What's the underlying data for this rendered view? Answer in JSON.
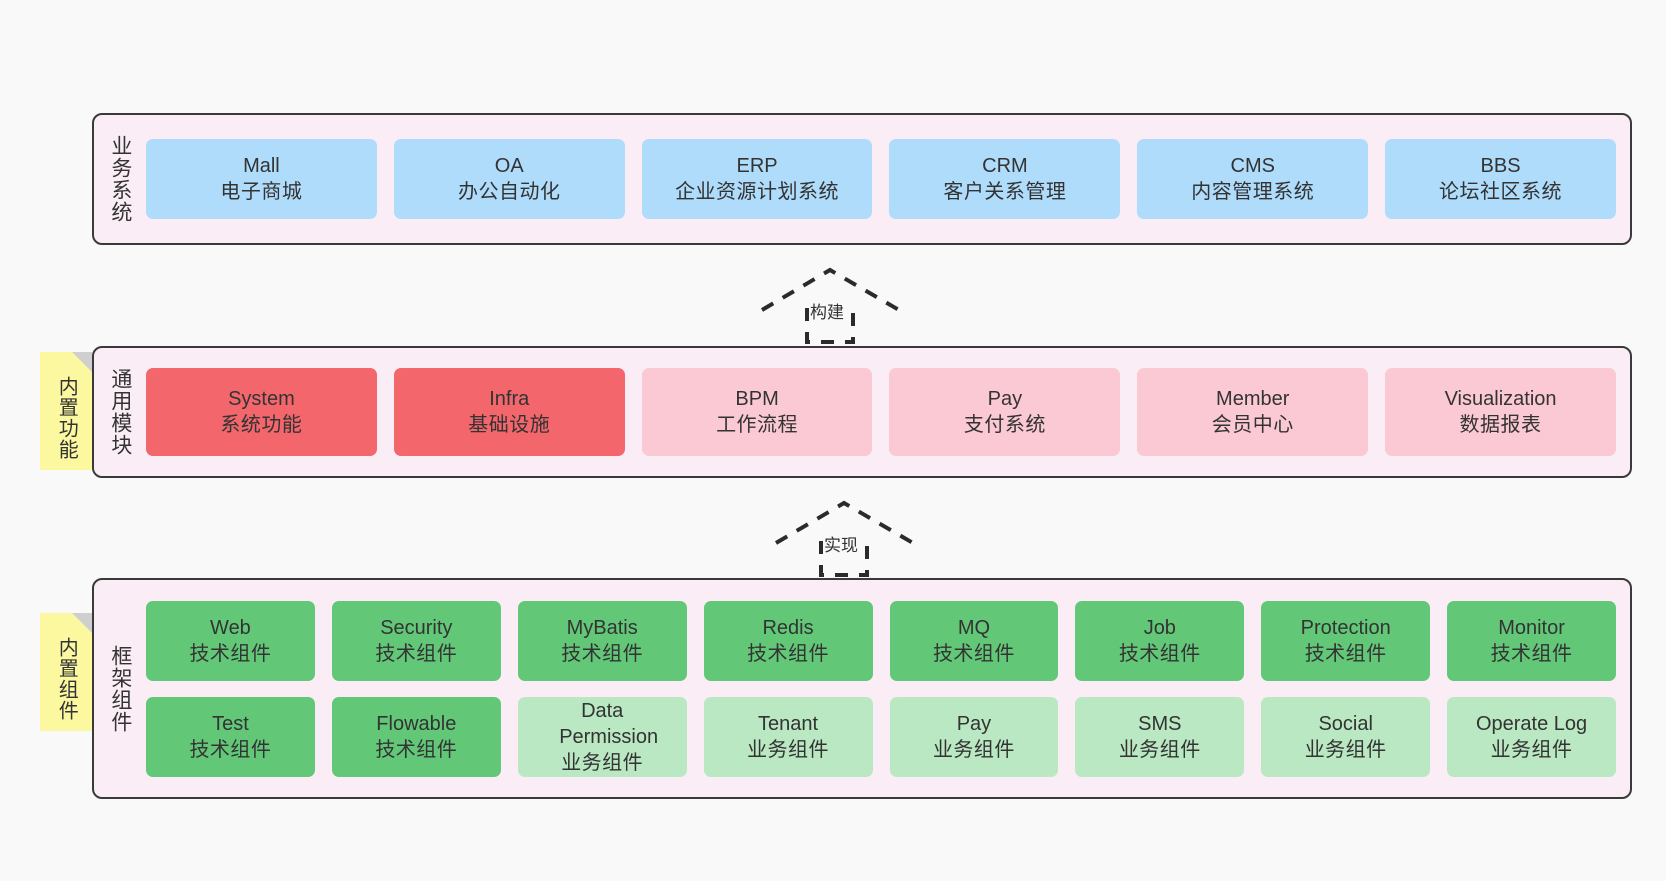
{
  "diagram": {
    "title": "",
    "background_color": "#f9f9f9",
    "panel_color": "#faedf5",
    "panel_border_color": "#3a3a3a",
    "sticky_color": "#fbf8a0"
  },
  "layers": [
    {
      "id": "business-systems",
      "label": "业务系统",
      "sticky": null,
      "rows": [
        {
          "style": "blue",
          "cards": [
            {
              "en": "Mall",
              "cn": "电子商城"
            },
            {
              "en": "OA",
              "cn": "办公自动化"
            },
            {
              "en": "ERP",
              "cn": "企业资源计划系统"
            },
            {
              "en": "CRM",
              "cn": "客户关系管理"
            },
            {
              "en": "CMS",
              "cn": "内容管理系统"
            },
            {
              "en": "BBS",
              "cn": "论坛社区系统"
            }
          ]
        }
      ]
    },
    {
      "id": "common-modules",
      "label": "通用模块",
      "sticky": "内置功能",
      "rows": [
        {
          "style": "mixed-red-pink",
          "cards": [
            {
              "en": "System",
              "cn": "系统功能",
              "color": "red"
            },
            {
              "en": "Infra",
              "cn": "基础设施",
              "color": "red"
            },
            {
              "en": "BPM",
              "cn": "工作流程",
              "color": "pink"
            },
            {
              "en": "Pay",
              "cn": "支付系统",
              "color": "pink"
            },
            {
              "en": "Member",
              "cn": "会员中心",
              "color": "pink"
            },
            {
              "en": "Visualization",
              "cn": "数据报表",
              "color": "pink"
            }
          ]
        }
      ]
    },
    {
      "id": "framework-components",
      "label": "框架组件",
      "sticky": "内置组件",
      "rows": [
        {
          "style": "green",
          "cards": [
            {
              "en": "Web",
              "cn": "技术组件",
              "color": "green"
            },
            {
              "en": "Security",
              "cn": "技术组件",
              "color": "green"
            },
            {
              "en": "MyBatis",
              "cn": "技术组件",
              "color": "green"
            },
            {
              "en": "Redis",
              "cn": "技术组件",
              "color": "green"
            },
            {
              "en": "MQ",
              "cn": "技术组件",
              "color": "green"
            },
            {
              "en": "Job",
              "cn": "技术组件",
              "color": "green"
            },
            {
              "en": "Protection",
              "cn": "技术组件",
              "color": "green"
            },
            {
              "en": "Monitor",
              "cn": "技术组件",
              "color": "green"
            }
          ]
        },
        {
          "style": "green-mixed",
          "cards": [
            {
              "en": "Test",
              "cn": "技术组件",
              "color": "green"
            },
            {
              "en": "Flowable",
              "cn": "技术组件",
              "color": "green"
            },
            {
              "en": "Data Permission",
              "cn": "业务组件",
              "color": "green-light"
            },
            {
              "en": "Tenant",
              "cn": "业务组件",
              "color": "green-light"
            },
            {
              "en": "Pay",
              "cn": "业务组件",
              "color": "green-light"
            },
            {
              "en": "SMS",
              "cn": "业务组件",
              "color": "green-light"
            },
            {
              "en": "Social",
              "cn": "业务组件",
              "color": "green-light"
            },
            {
              "en": "Operate Log",
              "cn": "业务组件",
              "color": "green-light"
            }
          ]
        }
      ]
    }
  ],
  "connectors": [
    {
      "id": "build",
      "label": "构建",
      "from": "common-modules",
      "to": "business-systems",
      "style": "dashed-hollow-arrow-up"
    },
    {
      "id": "implement",
      "label": "实现",
      "from": "framework-components",
      "to": "common-modules",
      "style": "dashed-hollow-arrow-up"
    }
  ],
  "colors": {
    "blue": "#afdcfb",
    "red": "#f2666c",
    "pink": "#fbc9d4",
    "green": "#62c878",
    "green_light": "#b9e8c2",
    "sticky_yellow": "#fbf8a0",
    "panel_pink": "#faedf5",
    "text": "#333333"
  }
}
